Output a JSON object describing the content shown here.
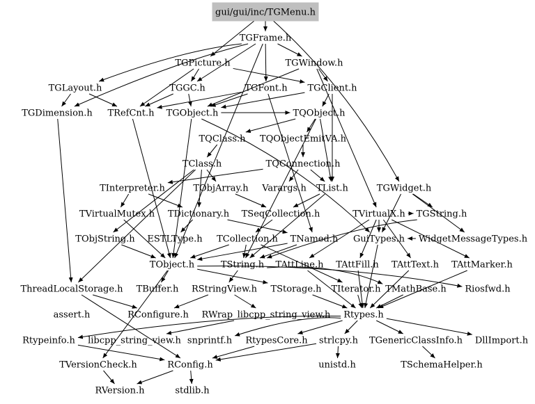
{
  "graph": {
    "root": "gui/gui/inc/TGMenu.h",
    "nodes": [
      {
        "id": "TGMenu",
        "label": "gui/gui/inc/TGMenu.h"
      },
      {
        "id": "TGFrame",
        "label": "TGFrame.h"
      },
      {
        "id": "TGPicture",
        "label": "TGPicture.h"
      },
      {
        "id": "TGWindow",
        "label": "TGWindow.h"
      },
      {
        "id": "TGLayout",
        "label": "TGLayout.h"
      },
      {
        "id": "TGGC",
        "label": "TGGC.h"
      },
      {
        "id": "TGFont",
        "label": "TGFont.h"
      },
      {
        "id": "TGClient",
        "label": "TGClient.h"
      },
      {
        "id": "TGDimension",
        "label": "TGDimension.h"
      },
      {
        "id": "TRefCnt",
        "label": "TRefCnt.h"
      },
      {
        "id": "TGObject",
        "label": "TGObject.h"
      },
      {
        "id": "TQObject",
        "label": "TQObject.h"
      },
      {
        "id": "TQClass",
        "label": "TQClass.h"
      },
      {
        "id": "TQObjectEmitVA",
        "label": "TQObjectEmitVA.h"
      },
      {
        "id": "TClass",
        "label": "TClass.h"
      },
      {
        "id": "TQConnection",
        "label": "TQConnection.h"
      },
      {
        "id": "TInterpreter",
        "label": "TInterpreter.h"
      },
      {
        "id": "TObjArray",
        "label": "TObjArray.h"
      },
      {
        "id": "Varargs",
        "label": "Varargs.h"
      },
      {
        "id": "TList",
        "label": "TList.h"
      },
      {
        "id": "TGWidget",
        "label": "TGWidget.h"
      },
      {
        "id": "TVirtualMutex",
        "label": "TVirtualMutex.h"
      },
      {
        "id": "TDictionary",
        "label": "TDictionary.h"
      },
      {
        "id": "TSeqCollection",
        "label": "TSeqCollection.h"
      },
      {
        "id": "TVirtualX",
        "label": "TVirtualX.h"
      },
      {
        "id": "TGString",
        "label": "TGString.h"
      },
      {
        "id": "TObjString",
        "label": "TObjString.h"
      },
      {
        "id": "ESTLType",
        "label": "ESTLType.h"
      },
      {
        "id": "TCollection",
        "label": "TCollection.h"
      },
      {
        "id": "TNamed",
        "label": "TNamed.h"
      },
      {
        "id": "GuiTypes",
        "label": "GuiTypes.h"
      },
      {
        "id": "WidgetMessageTypes",
        "label": "WidgetMessageTypes.h"
      },
      {
        "id": "TObject",
        "label": "TObject.h"
      },
      {
        "id": "TString",
        "label": "TString.h"
      },
      {
        "id": "TAttLine",
        "label": "TAttLine.h"
      },
      {
        "id": "TAttFill",
        "label": "TAttFill.h"
      },
      {
        "id": "TAttText",
        "label": "TAttText.h"
      },
      {
        "id": "TAttMarker",
        "label": "TAttMarker.h"
      },
      {
        "id": "ThreadLocalStorage",
        "label": "ThreadLocalStorage.h"
      },
      {
        "id": "TBuffer",
        "label": "TBuffer.h"
      },
      {
        "id": "RStringView",
        "label": "RStringView.h"
      },
      {
        "id": "TStorage",
        "label": "TStorage.h"
      },
      {
        "id": "TIterator",
        "label": "TIterator.h"
      },
      {
        "id": "TMathBase",
        "label": "TMathBase.h"
      },
      {
        "id": "Riosfwd",
        "label": "Riosfwd.h"
      },
      {
        "id": "assert",
        "label": "assert.h"
      },
      {
        "id": "RConfigure",
        "label": "RConfigure.h"
      },
      {
        "id": "RWrap",
        "label": "RWrap_libcpp_string_view.h"
      },
      {
        "id": "Rtypes",
        "label": "Rtypes.h"
      },
      {
        "id": "Rtypeinfo",
        "label": "Rtypeinfo.h"
      },
      {
        "id": "libcpp_string_view",
        "label": "libcpp_string_view.h"
      },
      {
        "id": "snprintf",
        "label": "snprintf.h"
      },
      {
        "id": "RtypesCore",
        "label": "RtypesCore.h"
      },
      {
        "id": "strlcpy",
        "label": "strlcpy.h"
      },
      {
        "id": "TGenericClassInfo",
        "label": "TGenericClassInfo.h"
      },
      {
        "id": "DllImport",
        "label": "DllImport.h"
      },
      {
        "id": "TVersionCheck",
        "label": "TVersionCheck.h"
      },
      {
        "id": "RConfig",
        "label": "RConfig.h"
      },
      {
        "id": "unistd",
        "label": "unistd.h"
      },
      {
        "id": "TSchemaHelper",
        "label": "TSchemaHelper.h"
      },
      {
        "id": "RVersion",
        "label": "RVersion.h"
      },
      {
        "id": "stdlib",
        "label": "stdlib.h"
      }
    ],
    "edges": [
      [
        "TGMenu",
        "TGFrame"
      ],
      [
        "TGMenu",
        "TGPicture"
      ],
      [
        "TGMenu",
        "TGWidget"
      ],
      [
        "TGFrame",
        "TGWindow"
      ],
      [
        "TGFrame",
        "TGLayout"
      ],
      [
        "TGFrame",
        "TGDimension"
      ],
      [
        "TGFrame",
        "TGGC"
      ],
      [
        "TGFrame",
        "TGFont"
      ],
      [
        "TGFrame",
        "TObject"
      ],
      [
        "TGPicture",
        "TGClient"
      ],
      [
        "TGPicture",
        "TRefCnt"
      ],
      [
        "TGPicture",
        "TGGC"
      ],
      [
        "TGWindow",
        "TGClient"
      ],
      [
        "TGWindow",
        "TGObject"
      ],
      [
        "TGWindow",
        "TVirtualX"
      ],
      [
        "TGLayout",
        "TGDimension"
      ],
      [
        "TGLayout",
        "TRefCnt"
      ],
      [
        "TGGC",
        "TGObject"
      ],
      [
        "TGGC",
        "TRefCnt"
      ],
      [
        "TGFont",
        "TGObject"
      ],
      [
        "TGFont",
        "TRefCnt"
      ],
      [
        "TGFont",
        "TNamed"
      ],
      [
        "TGClient",
        "TGObject"
      ],
      [
        "TGClient",
        "TQObject"
      ],
      [
        "TGClient",
        "TList"
      ],
      [
        "TGDimension",
        "ThreadLocalStorage"
      ],
      [
        "TRefCnt",
        "TObject"
      ],
      [
        "TGObject",
        "TQObject"
      ],
      [
        "TGObject",
        "TObject"
      ],
      [
        "TGObject",
        "GuiTypes"
      ],
      [
        "TQObject",
        "TQClass"
      ],
      [
        "TQObject",
        "TQObjectEmitVA"
      ],
      [
        "TQObject",
        "TString"
      ],
      [
        "TQObject",
        "TList"
      ],
      [
        "TQClass",
        "TClass"
      ],
      [
        "TQObjectEmitVA",
        "TQConnection"
      ],
      [
        "TQConnection",
        "Varargs"
      ],
      [
        "TQConnection",
        "TList"
      ],
      [
        "TQConnection",
        "TInterpreter"
      ],
      [
        "TClass",
        "TObjArray"
      ],
      [
        "TClass",
        "TDictionary"
      ],
      [
        "TClass",
        "TObjString"
      ],
      [
        "TClass",
        "ThreadLocalStorage"
      ],
      [
        "TInterpreter",
        "TDictionary"
      ],
      [
        "TInterpreter",
        "TVirtualMutex"
      ],
      [
        "TObjArray",
        "TSeqCollection"
      ],
      [
        "TList",
        "TSeqCollection"
      ],
      [
        "TList",
        "TString"
      ],
      [
        "TGWidget",
        "TGString"
      ],
      [
        "TGWidget",
        "GuiTypes"
      ],
      [
        "TGWidget",
        "WidgetMessageTypes"
      ],
      [
        "TVirtualMutex",
        "TObject"
      ],
      [
        "TDictionary",
        "ESTLType"
      ],
      [
        "TDictionary",
        "TNamed"
      ],
      [
        "TSeqCollection",
        "TCollection"
      ],
      [
        "TVirtualX",
        "TGString"
      ],
      [
        "TVirtualX",
        "GuiTypes"
      ],
      [
        "TVirtualX",
        "TAttLine"
      ],
      [
        "TVirtualX",
        "TAttFill"
      ],
      [
        "TVirtualX",
        "TAttText"
      ],
      [
        "TVirtualX",
        "TAttMarker"
      ],
      [
        "TGString",
        "TString"
      ],
      [
        "TObjString",
        "TObject"
      ],
      [
        "TCollection",
        "TObject"
      ],
      [
        "TCollection",
        "TString"
      ],
      [
        "TCollection",
        "TIterator"
      ],
      [
        "TNamed",
        "TObject"
      ],
      [
        "TNamed",
        "TString"
      ],
      [
        "GuiTypes",
        "Rtypes"
      ],
      [
        "WidgetMessageTypes",
        "GuiTypes"
      ],
      [
        "TObject",
        "TStorage"
      ],
      [
        "TObject",
        "TBuffer"
      ],
      [
        "TObject",
        "Riosfwd"
      ],
      [
        "TObject",
        "TVersionCheck"
      ],
      [
        "TString",
        "RStringView"
      ],
      [
        "TString",
        "TMathBase"
      ],
      [
        "TAttLine",
        "Rtypes"
      ],
      [
        "TAttFill",
        "Rtypes"
      ],
      [
        "TAttText",
        "Rtypes"
      ],
      [
        "TAttMarker",
        "Rtypes"
      ],
      [
        "ThreadLocalStorage",
        "RConfigure"
      ],
      [
        "ThreadLocalStorage",
        "RConfig"
      ],
      [
        "RStringView",
        "RConfigure"
      ],
      [
        "RStringView",
        "RWrap"
      ],
      [
        "TStorage",
        "Rtypes"
      ],
      [
        "TIterator",
        "Rtypes"
      ],
      [
        "TMathBase",
        "Rtypes"
      ],
      [
        "RWrap",
        "libcpp_string_view"
      ],
      [
        "Rtypes",
        "Rtypeinfo"
      ],
      [
        "Rtypes",
        "snprintf"
      ],
      [
        "Rtypes",
        "RtypesCore"
      ],
      [
        "Rtypes",
        "strlcpy"
      ],
      [
        "Rtypes",
        "TGenericClassInfo"
      ],
      [
        "Rtypes",
        "DllImport"
      ],
      [
        "RtypesCore",
        "RConfig"
      ],
      [
        "strlcpy",
        "unistd"
      ],
      [
        "strlcpy",
        "RConfig"
      ],
      [
        "TGenericClassInfo",
        "TSchemaHelper"
      ],
      [
        "TVersionCheck",
        "RVersion"
      ],
      [
        "RConfig",
        "RVersion"
      ],
      [
        "RConfig",
        "stdlib"
      ],
      [
        "Rtypeinfo",
        "RConfig"
      ]
    ]
  }
}
